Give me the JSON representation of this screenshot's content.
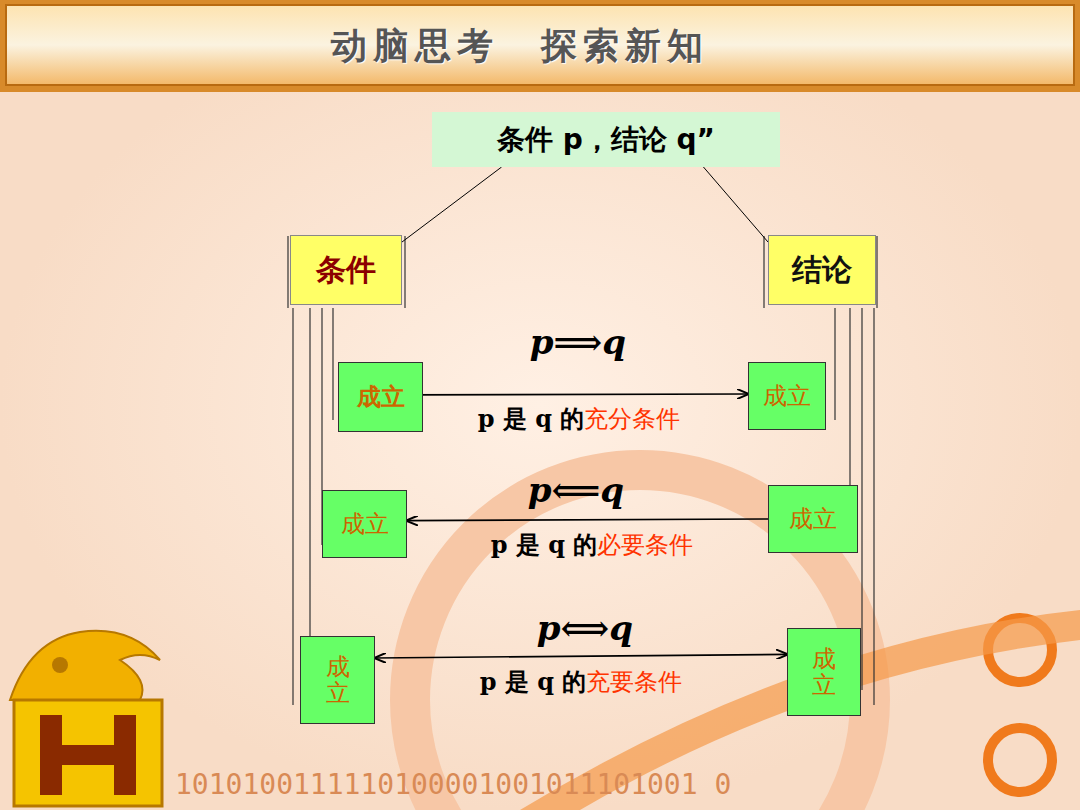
{
  "diagram": {
    "title": "动脑思考　探索新知",
    "nodes": [
      {
        "text": [
          "条件 p，结论 q”"
        ]
      },
      {
        "text": [
          "条件"
        ]
      },
      {
        "text": [
          "结论"
        ]
      },
      {
        "text": [
          "成立"
        ]
      },
      {
        "text": [
          "成立"
        ]
      },
      {
        "text": [
          "成立"
        ]
      },
      {
        "text": [
          "成立"
        ]
      },
      {
        "text": [
          "成立"
        ]
      },
      {
        "text": [
          "成立"
        ]
      }
    ],
    "edges": [
      {
        "from": 0,
        "to": 1,
        "arrow": "none"
      },
      {
        "from": 0,
        "to": 2,
        "arrow": "none"
      },
      {
        "from": 3,
        "to": 4,
        "label": "p 是 q 的充分条件",
        "arrow": "to"
      },
      {
        "from": 6,
        "to": 5,
        "label": "p 是 q 的必要条件",
        "arrow": "to"
      },
      {
        "from": 7,
        "to": 8,
        "label": "p 是 q 的充要条件",
        "arrow": "both"
      }
    ],
    "labels": [
      "p⟹q",
      "p⟸q",
      "p⟺q",
      "1010100111110100001001011101001 0"
    ]
  }
}
